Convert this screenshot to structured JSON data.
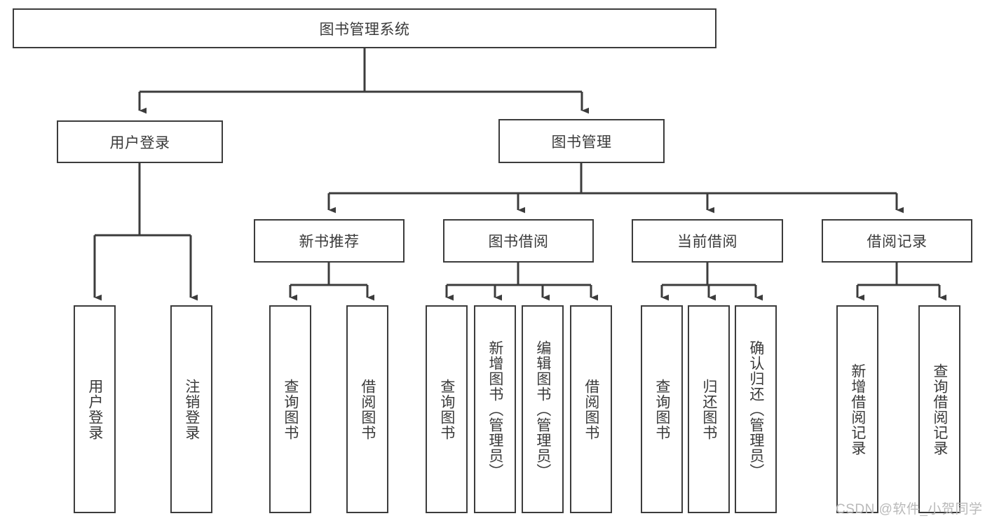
{
  "diagram": {
    "title": "图书管理系统",
    "type": "tree-hierarchy-diagram",
    "colors": {
      "box_border": "#3c3c3c",
      "box_fill": "#ffffff",
      "text": "#3a3a3a",
      "connector": "#3c3c3c",
      "watermark": "#b9b9b9",
      "background": "#ffffff"
    },
    "root": {
      "label": "图书管理系统"
    },
    "level2": [
      {
        "label": "用户登录"
      },
      {
        "label": "图书管理"
      }
    ],
    "level3": [
      {
        "label": "新书推荐"
      },
      {
        "label": "图书借阅"
      },
      {
        "label": "当前借阅"
      },
      {
        "label": "借阅记录"
      }
    ],
    "leaves": {
      "user_login": [
        {
          "label": "用户登录"
        },
        {
          "label": "注销登录"
        }
      ],
      "new_book_recommend": [
        {
          "label": "查询图书"
        },
        {
          "label": "借阅图书"
        }
      ],
      "book_borrow": [
        {
          "label": "查询图书"
        },
        {
          "label": "新增图书（管理员）"
        },
        {
          "label": "编辑图书（管理员）"
        },
        {
          "label": "借阅图书"
        }
      ],
      "current_borrow": [
        {
          "label": "查询图书"
        },
        {
          "label": "归还图书"
        },
        {
          "label": "确认归还（管理员）"
        }
      ],
      "borrow_record": [
        {
          "label": "新增借阅记录"
        },
        {
          "label": "查询借阅记录"
        }
      ]
    },
    "watermark": "CSDN @软件_小贺同学"
  }
}
